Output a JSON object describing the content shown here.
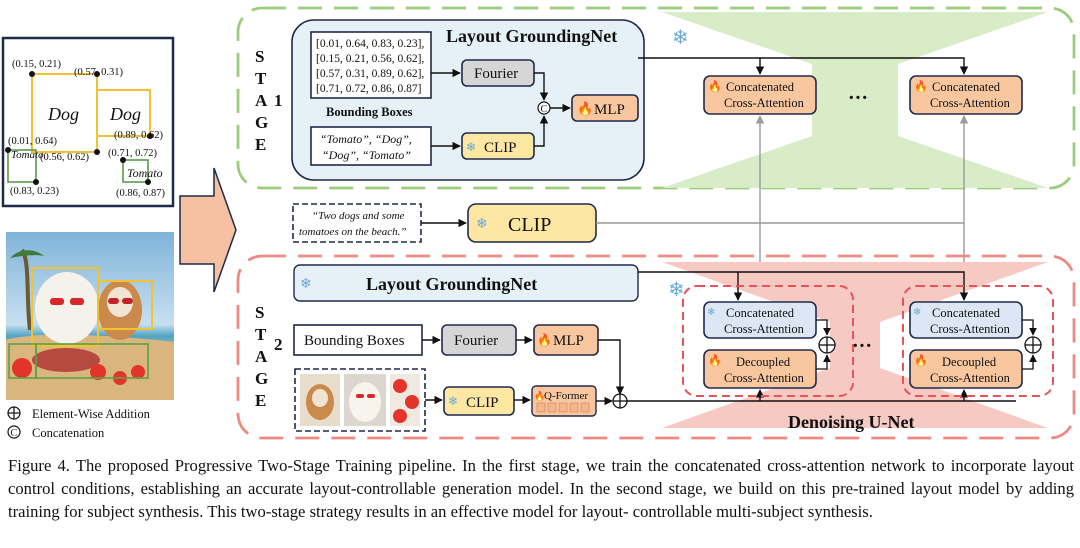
{
  "left_panel": {
    "coords": [
      "(0.15, 0.21)",
      "(0.57, 0.31)",
      "(0.89, 0.62)",
      "(0.01, 0.64)",
      "(0.56, 0.62)",
      "(0.71, 0.72)",
      "(0.83, 0.23)",
      "(0.86, 0.87)"
    ],
    "box_labels": [
      "Dog",
      "Dog",
      "Tomato",
      "Tomato"
    ],
    "legend": {
      "addition": "Element-Wise Addition",
      "concatenation": "Concatenation",
      "c_symbol": "C"
    }
  },
  "stage1": {
    "stage_letters": [
      "S",
      "T",
      "A",
      "G",
      "E"
    ],
    "stage_number": "1",
    "title": "Layout GroundingNet",
    "bbox_lines": [
      "[0.01, 0.64, 0.83, 0.23],",
      "[0.15, 0.21, 0.56, 0.62],",
      "[0.57, 0.31, 0.89, 0.62],",
      "[0.71, 0.72, 0.86, 0.87]"
    ],
    "bbox_caption": "Bounding Boxes",
    "labels_lines": [
      "“Tomato”, “Dog”,",
      "“Dog”, “Tomato”"
    ],
    "fourier": "Fourier",
    "clip": "CLIP",
    "mlp": "MLP",
    "concat_symbol": "C",
    "attn1": [
      "Concatenated",
      "Cross-Attention"
    ],
    "attn2": [
      "Concatenated",
      "Cross-Attention"
    ],
    "dots": "···"
  },
  "middle": {
    "prompt_lines": [
      "“Two dogs and some",
      "tomatoes on the beach.”"
    ],
    "clip": "CLIP"
  },
  "stage2": {
    "stage_letters": [
      "S",
      "T",
      "A",
      "G",
      "E"
    ],
    "stage_number": "2",
    "title": "Layout GroundingNet",
    "bounding_boxes": "Bounding Boxes",
    "fourier": "Fourier",
    "mlp": "MLP",
    "clip": "CLIP",
    "qformer": "Q-Former",
    "attn_concat": [
      "Concatenated",
      "Cross-Attention"
    ],
    "attn_decoupled": [
      "Decoupled",
      "Cross-Attention"
    ],
    "dots": "···",
    "unet_label": "Denoising U-Net"
  },
  "colors": {
    "green_dash": "#9ccc7e",
    "red_dash": "#ee8a84",
    "green_fill": "#d8ecc8",
    "red_fill": "#f7c9c3",
    "blue_panel": "#e6f1f7",
    "orange_box": "#f8c7a0",
    "yellow_box": "#fde7a3",
    "gray_box": "#d6d6d6",
    "lightblue_box": "#dce6f4",
    "arrow_fill": "#f6c0a2"
  },
  "caption": [
    "Figure 4. The proposed Progressive Two-Stage Training pipeline. In the first stage, we train the concatenated cross-attention network",
    "to incorporate layout control conditions, establishing an accurate layout-controllable generation model. In the second stage, we build on",
    "this pre-trained layout model by adding training for subject synthesis. This two-stage strategy results in an effective model for layout-",
    "controllable multi-subject synthesis."
  ]
}
